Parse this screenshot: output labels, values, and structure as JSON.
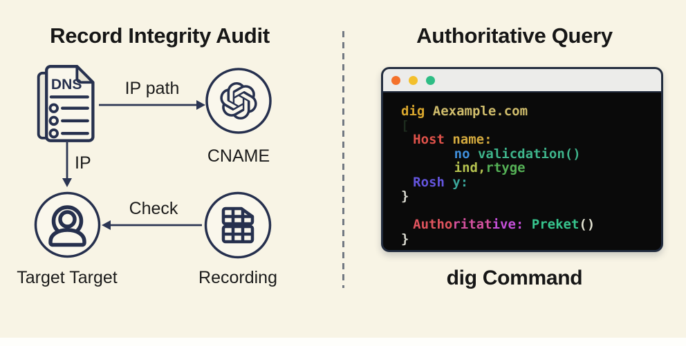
{
  "page": {
    "background": "#f8f4e5"
  },
  "left": {
    "title": "Record Integrity Audit",
    "doc_icon_text": "DNS",
    "arrow_ip_path_label": "IP path",
    "arrow_ip_label": "IP",
    "arrow_check_label": "Check",
    "cname_label": "CNAME",
    "target_label": "Target Target",
    "recording_label": "Recording"
  },
  "right": {
    "title": "Authoritative Query",
    "caption": "dig Command",
    "terminal": {
      "traffic_lights": [
        {
          "name": "red",
          "color": "#f4712b"
        },
        {
          "name": "yellow",
          "color": "#f3c02c"
        },
        {
          "name": "green",
          "color": "#2ebd85"
        }
      ],
      "code_lines": [
        {
          "indent": 0,
          "segments": [
            {
              "text": "dig ",
              "color": "#d9a62d"
            },
            {
              "text": "Aexample.com",
              "color": "#d0bd6c"
            }
          ]
        },
        {
          "indent": 0,
          "segments": [
            {
              "text": "[",
              "color": "#1d2b1e"
            }
          ]
        },
        {
          "indent": 1.5,
          "segments": [
            {
              "text": "Host ",
              "color": "#e0524a"
            },
            {
              "text": "name:",
              "color": "#d4aa3e"
            }
          ]
        },
        {
          "indent": 6.7,
          "segments": [
            {
              "text": "no ",
              "color": "#3f8fdc"
            },
            {
              "text": "valicdation()",
              "color": "#3eb48b"
            }
          ]
        },
        {
          "indent": 6.7,
          "segments": [
            {
              "text": "ind,",
              "color": "#b5c24f"
            },
            {
              "text": "rtyge",
              "color": "#55b156"
            }
          ]
        },
        {
          "indent": 1.5,
          "segments": [
            {
              "text": "Rosh ",
              "color": "#6455de"
            },
            {
              "text": "y:",
              "color": "#3aa79b"
            }
          ]
        },
        {
          "indent": 0,
          "segments": [
            {
              "text": "}",
              "color": "#d9d9cf"
            }
          ]
        },
        {
          "indent": 0,
          "segments": []
        },
        {
          "indent": 1.5,
          "segments": [
            {
              "text": "Autho",
              "color": "#e0545e"
            },
            {
              "text": "ritat",
              "color": "#d4519e"
            },
            {
              "text": "ive: ",
              "color": "#c44fd8"
            },
            {
              "text": "Preket",
              "color": "#37c58e"
            },
            {
              "text": "()",
              "color": "#e2e2d2"
            }
          ]
        },
        {
          "indent": 0,
          "segments": [
            {
              "text": "}",
              "color": "#d9d9cf"
            }
          ]
        }
      ]
    }
  },
  "colors": {
    "diagram_stroke": "#26304e",
    "arrow_stroke": "#2b3553",
    "divider": "#5a6370",
    "terminal_border": "#222c3e",
    "terminal_bg": "#0a0a0a",
    "titlebar_bg": "#ececea",
    "title_text": "#161616",
    "label_text": "#1b1b1b"
  }
}
